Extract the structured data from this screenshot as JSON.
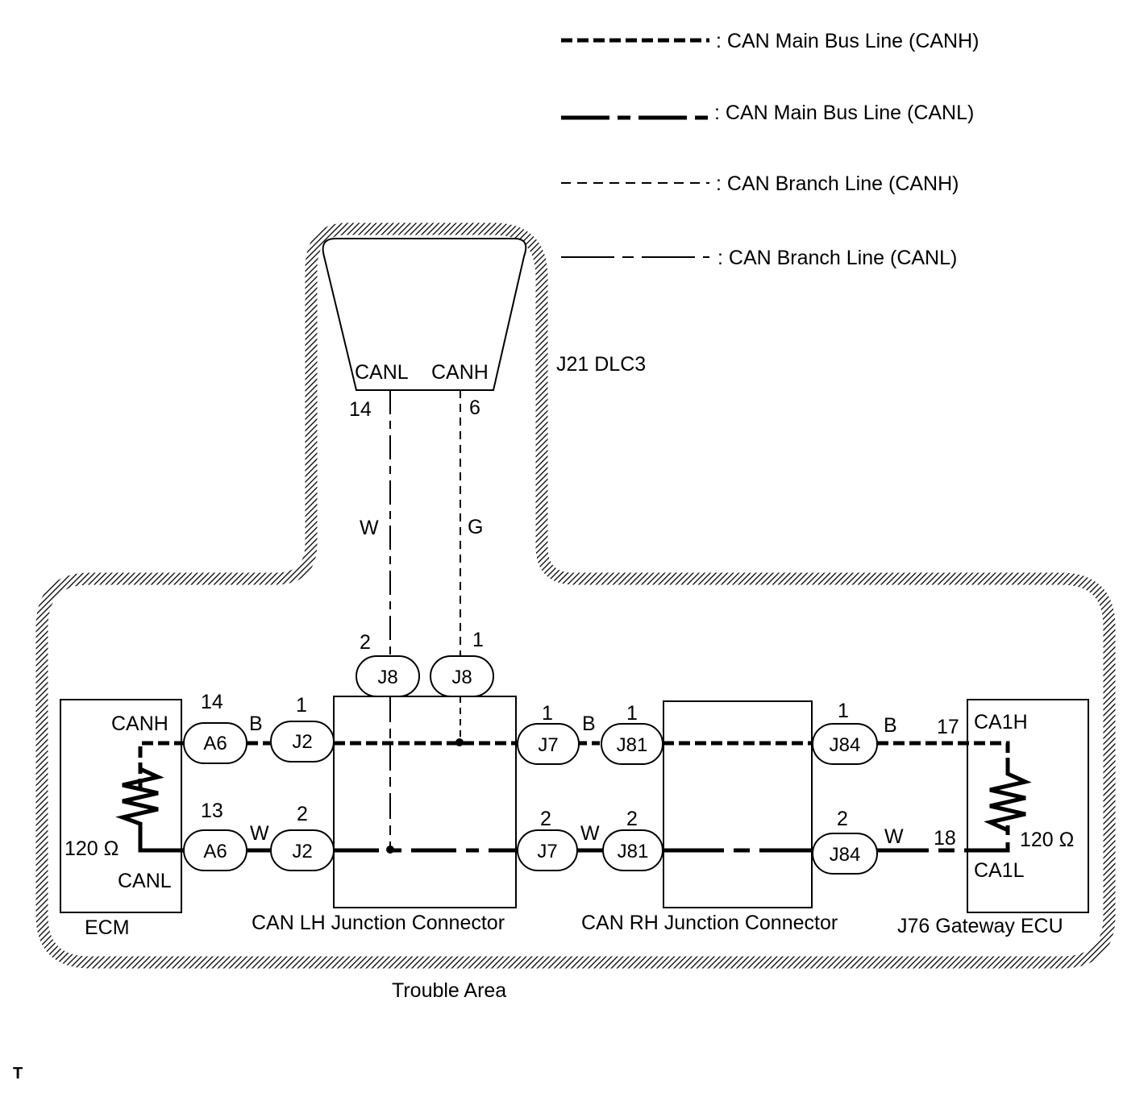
{
  "legend": [
    {
      "style": "main-canh",
      "label": ": CAN Main Bus Line (CANH)"
    },
    {
      "style": "main-canl",
      "label": ": CAN Main Bus Line (CANL)"
    },
    {
      "style": "branch-canh",
      "label": ": CAN Branch Line (CANH)"
    },
    {
      "style": "branch-canl",
      "label": ": CAN Branch Line (CANL)"
    }
  ],
  "dlc": {
    "label": "J21 DLC3",
    "canl_label": "CANL",
    "canh_label": "CANH",
    "canl_pin": "14",
    "canh_pin": "6",
    "canl_wire_color": "W",
    "canh_wire_color": "G"
  },
  "ecm": {
    "name": "ECM",
    "canh_label": "CANH",
    "canl_label": "CANL",
    "resistor": "120 Ω"
  },
  "gateway": {
    "name": "J76  Gateway ECU",
    "h_label": "CA1H",
    "l_label": "CA1L",
    "resistor": "120 Ω",
    "h_pin": "17",
    "l_pin": "18"
  },
  "lh_junction": {
    "name": "CAN LH Junction Connector"
  },
  "rh_junction": {
    "name": "CAN RH Junction Connector"
  },
  "connectors": {
    "a6_h": {
      "name": "A6",
      "pin": "14"
    },
    "a6_l": {
      "name": "A6",
      "pin": "13"
    },
    "j2_h": {
      "name": "J2",
      "pin": "1"
    },
    "j2_l": {
      "name": "J2",
      "pin": "2"
    },
    "j8_l": {
      "name": "J8",
      "pin": "2"
    },
    "j8_h": {
      "name": "J8",
      "pin": "1"
    },
    "j7_h": {
      "name": "J7",
      "pin": "1"
    },
    "j7_l": {
      "name": "J7",
      "pin": "2"
    },
    "j81_h": {
      "name": "J81",
      "pin": "1"
    },
    "j81_l": {
      "name": "J81",
      "pin": "2"
    },
    "j84_h": {
      "name": "J84",
      "pin": "1"
    },
    "j84_l": {
      "name": "J84",
      "pin": "2"
    }
  },
  "wire_colors": {
    "ecm_h": "B",
    "ecm_l": "W",
    "mid_h": "B",
    "mid_l": "W",
    "gw_h": "B",
    "gw_l": "W"
  },
  "trouble_area": "Trouble Area",
  "corner_mark": "T"
}
